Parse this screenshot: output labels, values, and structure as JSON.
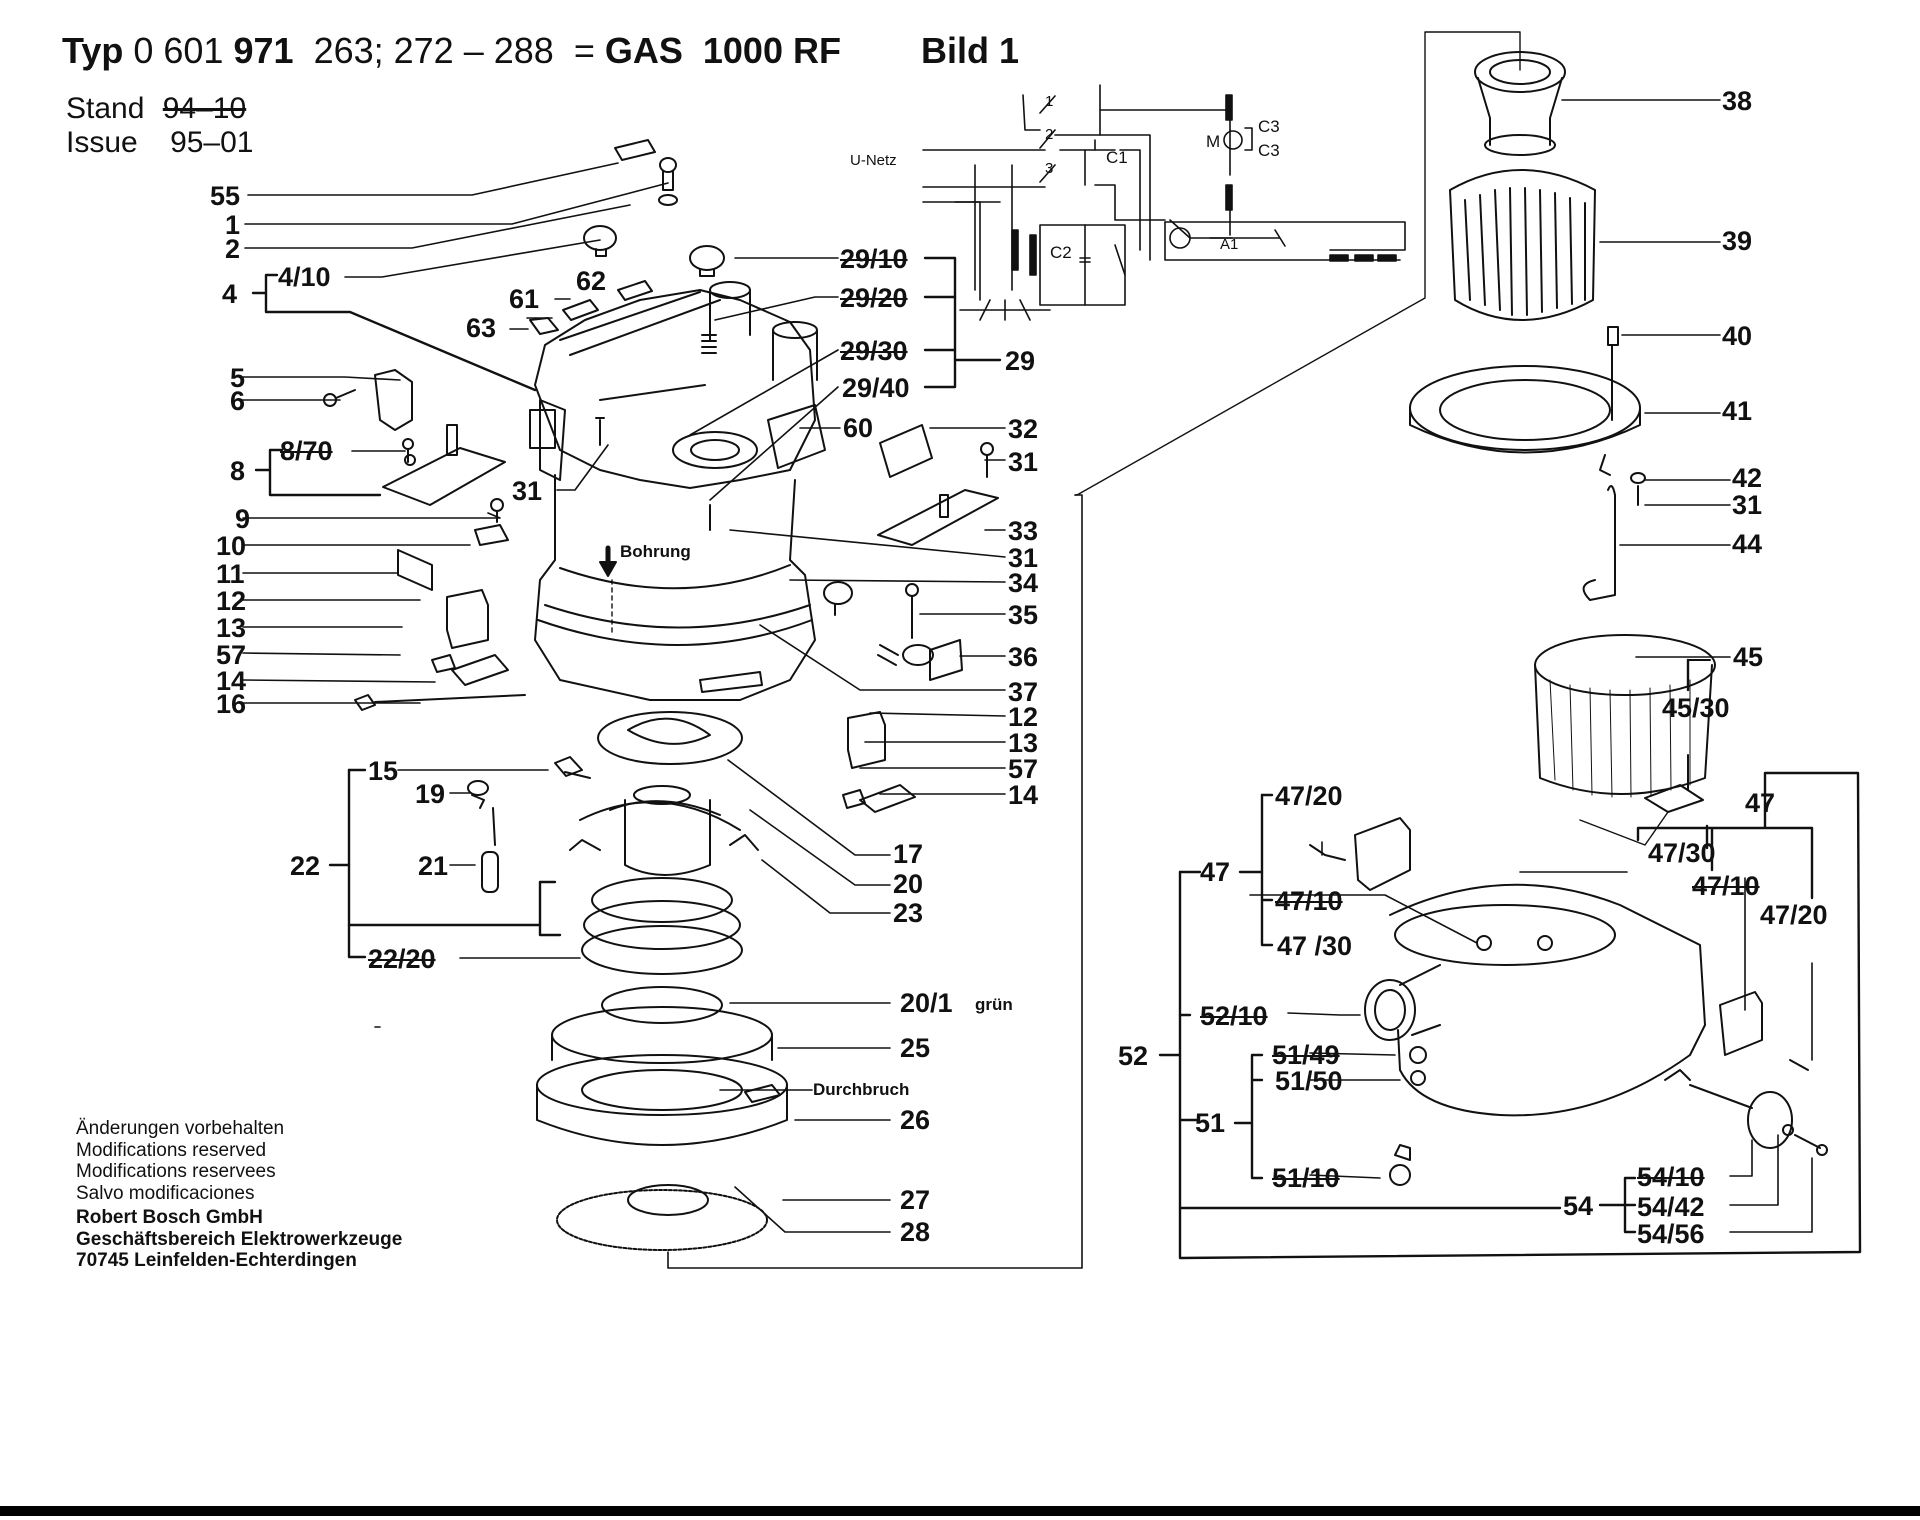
{
  "header": {
    "typ_word": "Typ",
    "typ_number_a": "0 601",
    "typ_number_b": "971",
    "typ_variants": "263; 272 – 288",
    "equals": "=",
    "model": "GAS  1000 RF",
    "figure": "Bild 1",
    "stand_label": "Stand",
    "stand_value_struck": "94–10",
    "issue_label": "Issue",
    "issue_value": "95–01"
  },
  "annotations": {
    "bohrung": "Bohrung",
    "durchbruch": "Durchbruch",
    "gruen": "grün",
    "u_netz": "U-Netz",
    "c1": "C1",
    "c2": "C2",
    "c3a": "C3",
    "c3b": "C3",
    "m": "M",
    "a1": "A1",
    "switch_1": "1",
    "switch_2": "2",
    "switch_3": "3"
  },
  "part_labels": [
    {
      "id": "55",
      "text": "55",
      "struck": false
    },
    {
      "id": "1",
      "text": "1",
      "struck": false
    },
    {
      "id": "2",
      "text": "2",
      "struck": false
    },
    {
      "id": "4",
      "text": "4",
      "struck": false
    },
    {
      "id": "4-10",
      "text": "4/10",
      "struck": false
    },
    {
      "id": "62",
      "text": "62",
      "struck": false
    },
    {
      "id": "61",
      "text": "61",
      "struck": false
    },
    {
      "id": "63",
      "text": "63",
      "struck": false
    },
    {
      "id": "5",
      "text": "5",
      "struck": false
    },
    {
      "id": "6",
      "text": "6",
      "struck": false
    },
    {
      "id": "8",
      "text": "8",
      "struck": false
    },
    {
      "id": "8-70",
      "text": "8/70",
      "struck": true
    },
    {
      "id": "31a",
      "text": "31",
      "struck": false
    },
    {
      "id": "9",
      "text": "9",
      "struck": false
    },
    {
      "id": "10",
      "text": "10",
      "struck": false
    },
    {
      "id": "11",
      "text": "11",
      "struck": false
    },
    {
      "id": "12a",
      "text": "12",
      "struck": false
    },
    {
      "id": "13a",
      "text": "13",
      "struck": false
    },
    {
      "id": "57a",
      "text": "57",
      "struck": false
    },
    {
      "id": "14a",
      "text": "14",
      "struck": false
    },
    {
      "id": "16",
      "text": "16",
      "struck": false
    },
    {
      "id": "29-10",
      "text": "29/10",
      "struck": true
    },
    {
      "id": "29-20",
      "text": "29/20",
      "struck": true
    },
    {
      "id": "29-30",
      "text": "29/30",
      "struck": true
    },
    {
      "id": "29-40",
      "text": "29/40",
      "struck": false
    },
    {
      "id": "29",
      "text": "29",
      "struck": false
    },
    {
      "id": "60",
      "text": "60",
      "struck": false
    },
    {
      "id": "32",
      "text": "32",
      "struck": false
    },
    {
      "id": "31b",
      "text": "31",
      "struck": false
    },
    {
      "id": "33",
      "text": "33",
      "struck": false
    },
    {
      "id": "31c",
      "text": "31",
      "struck": false
    },
    {
      "id": "34",
      "text": "34",
      "struck": false
    },
    {
      "id": "35",
      "text": "35",
      "struck": false
    },
    {
      "id": "36",
      "text": "36",
      "struck": false
    },
    {
      "id": "37",
      "text": "37",
      "struck": false
    },
    {
      "id": "12b",
      "text": "12",
      "struck": false
    },
    {
      "id": "13b",
      "text": "13",
      "struck": false
    },
    {
      "id": "57b",
      "text": "57",
      "struck": false
    },
    {
      "id": "14b",
      "text": "14",
      "struck": false
    },
    {
      "id": "15",
      "text": "15",
      "struck": false
    },
    {
      "id": "19",
      "text": "19",
      "struck": false
    },
    {
      "id": "21",
      "text": "21",
      "struck": false
    },
    {
      "id": "22",
      "text": "22",
      "struck": false
    },
    {
      "id": "22-20",
      "text": "22/20",
      "struck": true
    },
    {
      "id": "17",
      "text": "17",
      "struck": false
    },
    {
      "id": "20",
      "text": "20",
      "struck": false
    },
    {
      "id": "23",
      "text": "23",
      "struck": false
    },
    {
      "id": "20-1",
      "text": "20/1",
      "struck": false
    },
    {
      "id": "25",
      "text": "25",
      "struck": false
    },
    {
      "id": "26",
      "text": "26",
      "struck": false
    },
    {
      "id": "27",
      "text": "27",
      "struck": false
    },
    {
      "id": "28",
      "text": "28",
      "struck": false
    },
    {
      "id": "38",
      "text": "38",
      "struck": false
    },
    {
      "id": "39",
      "text": "39",
      "struck": false
    },
    {
      "id": "40",
      "text": "40",
      "struck": false
    },
    {
      "id": "41",
      "text": "41",
      "struck": false
    },
    {
      "id": "42",
      "text": "42",
      "struck": false
    },
    {
      "id": "31d",
      "text": "31",
      "struck": false
    },
    {
      "id": "44",
      "text": "44",
      "struck": false
    },
    {
      "id": "45",
      "text": "45",
      "struck": false
    },
    {
      "id": "45-30",
      "text": "45/30",
      "struck": false
    },
    {
      "id": "47a",
      "text": "47",
      "struck": false
    },
    {
      "id": "47-20a",
      "text": "47/20",
      "struck": false
    },
    {
      "id": "47-10a",
      "text": "47/10",
      "struck": true
    },
    {
      "id": "47-30a",
      "text": "47 /30",
      "struck": false
    },
    {
      "id": "47b",
      "text": "47",
      "struck": false
    },
    {
      "id": "47-30b",
      "text": "47/30",
      "struck": false
    },
    {
      "id": "47-10b",
      "text": "47/10",
      "struck": true
    },
    {
      "id": "47-20b",
      "text": "47/20",
      "struck": false
    },
    {
      "id": "52-10",
      "text": "52/10",
      "struck": true
    },
    {
      "id": "52",
      "text": "52",
      "struck": false
    },
    {
      "id": "51-49",
      "text": "51/49",
      "struck": true
    },
    {
      "id": "51-50",
      "text": "51/50",
      "struck": false
    },
    {
      "id": "51",
      "text": "51",
      "struck": false
    },
    {
      "id": "51-10",
      "text": "51/10",
      "struck": true
    },
    {
      "id": "54",
      "text": "54",
      "struck": false
    },
    {
      "id": "54-10",
      "text": "54/10",
      "struck": true
    },
    {
      "id": "54-42",
      "text": "54/42",
      "struck": false
    },
    {
      "id": "54-56",
      "text": "54/56",
      "struck": false
    }
  ],
  "footer_notes": [
    "Änderungen vorbehalten",
    "Modifications reserved",
    "Modifications reservees",
    "Salvo modificaciones"
  ],
  "company": {
    "name": "Robert Bosch GmbH",
    "division": "Geschäftsbereich Elektrowerkzeuge",
    "address": "70745 Leinfelden-Echterdingen"
  }
}
